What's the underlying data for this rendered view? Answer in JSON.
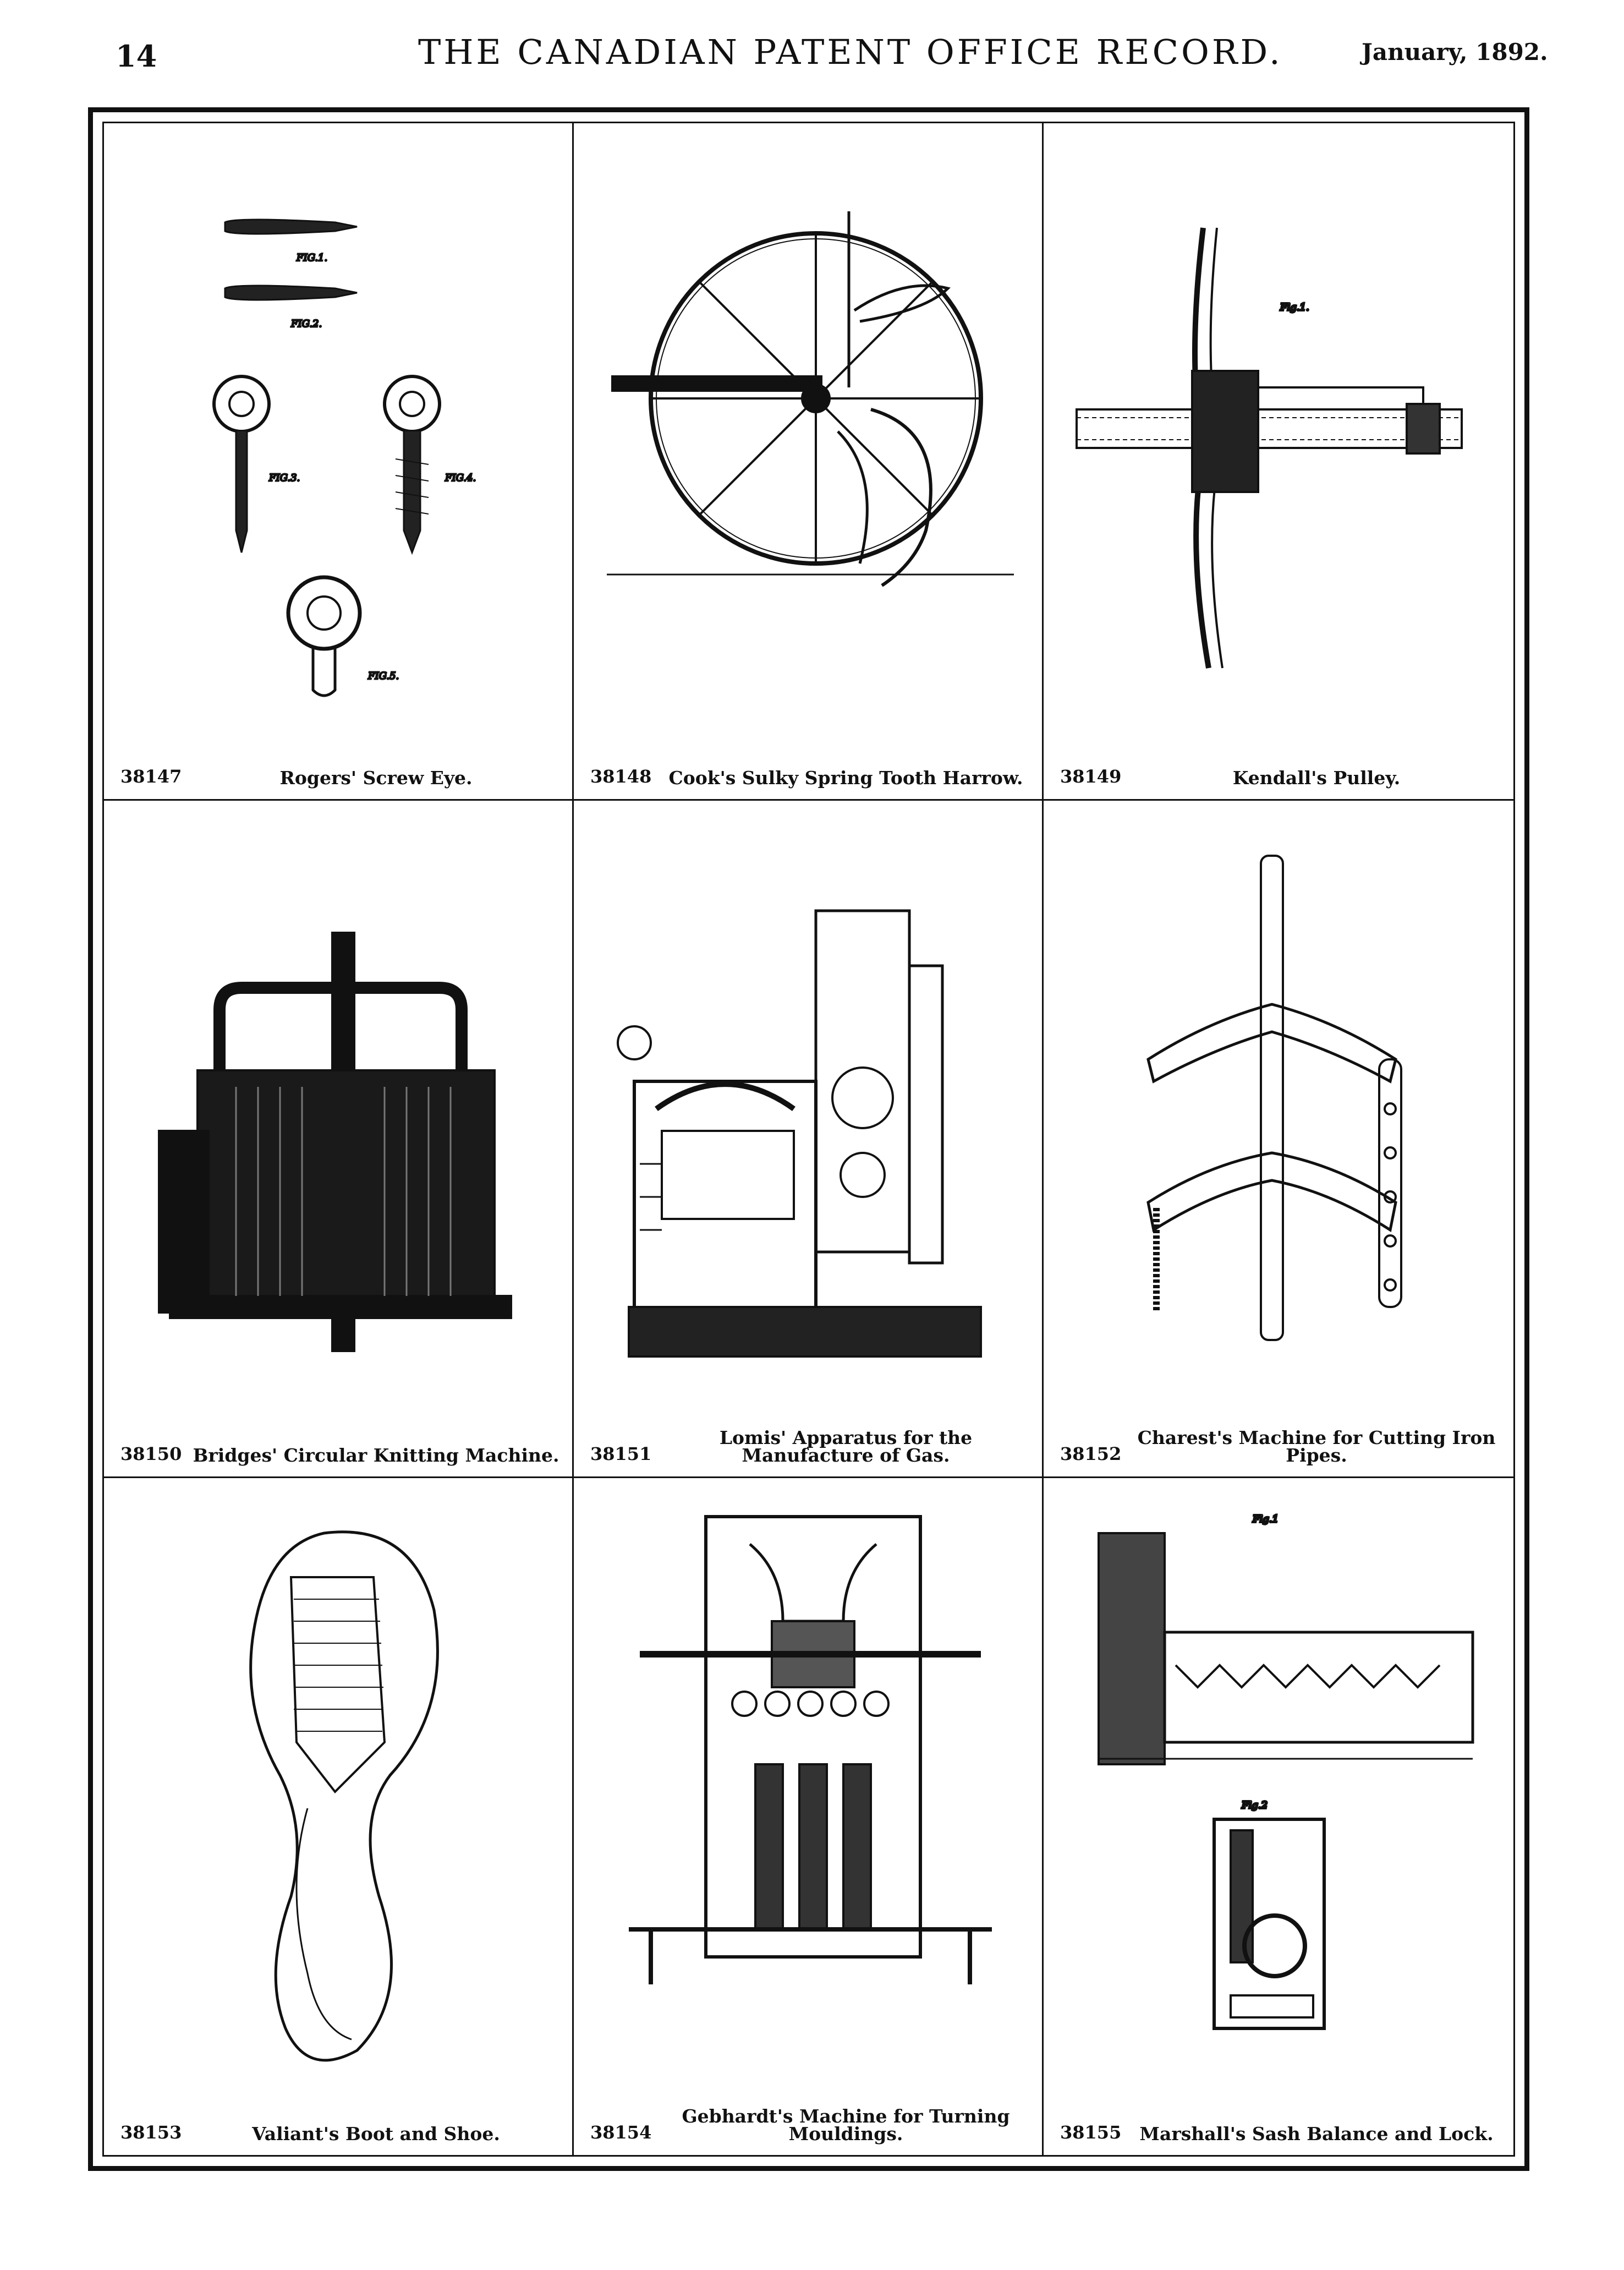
{
  "header": {
    "page_number": "14",
    "title": "THE CANADIAN PATENT OFFICE RECORD.",
    "date": "January, 1892."
  },
  "patents": [
    {
      "number": "38147",
      "title": "Rogers' Screw Eye."
    },
    {
      "number": "38148",
      "title": "Cook's Sulky Spring Tooth Harrow."
    },
    {
      "number": "38149",
      "title": "Kendall's Pulley."
    },
    {
      "number": "38150",
      "title": "Bridges' Circular Knitting Machine."
    },
    {
      "number": "38151",
      "title": "Lomis' Apparatus for the Manufacture of Gas."
    },
    {
      "number": "38152",
      "title": "Charest's Machine for Cutting Iron Pipes."
    },
    {
      "number": "38153",
      "title": "Valiant's Boot and Shoe."
    },
    {
      "number": "38154",
      "title": "Gebhardt's Machine for Turning Mouldings."
    },
    {
      "number": "38155",
      "title": "Marshall's Sash Balance and Lock."
    }
  ],
  "figure_labels": {
    "fig1": "FIG.1.",
    "fig2": "FIG.2.",
    "fig3": "FIG.3.",
    "fig4": "FIG.4.",
    "fig5": "FIG.5.",
    "fig_1_script": "Fig.1.",
    "fig_1_alt": "Fig.1",
    "fig_2_alt": "Fig.2"
  }
}
